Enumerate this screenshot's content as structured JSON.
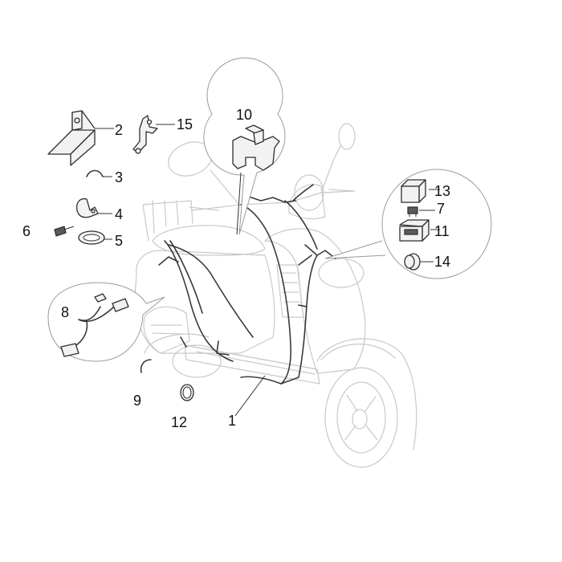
{
  "parts": [
    {
      "id": "label-1",
      "number": "1"
    },
    {
      "id": "label-2",
      "number": "2"
    },
    {
      "id": "label-3",
      "number": "3"
    },
    {
      "id": "label-4",
      "number": "4"
    },
    {
      "id": "label-5",
      "number": "5"
    },
    {
      "id": "label-6",
      "number": "6"
    },
    {
      "id": "label-7",
      "number": "7"
    },
    {
      "id": "label-8",
      "number": "8"
    },
    {
      "id": "label-9",
      "number": "9"
    },
    {
      "id": "label-10",
      "number": "10"
    },
    {
      "id": "label-11",
      "number": "11"
    },
    {
      "id": "label-12",
      "number": "12"
    },
    {
      "id": "label-13",
      "number": "13"
    },
    {
      "id": "label-14",
      "number": "14"
    },
    {
      "id": "label-15",
      "number": "15"
    }
  ]
}
